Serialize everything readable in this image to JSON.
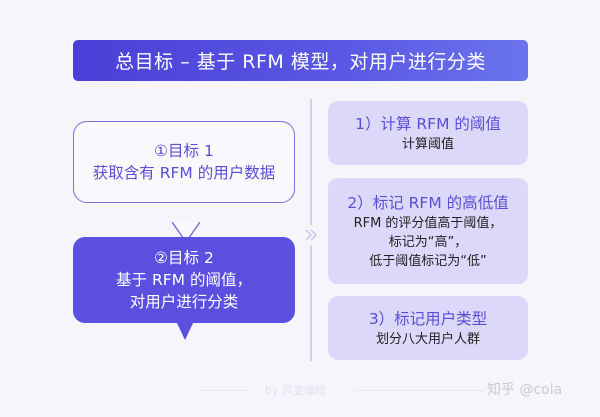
{
  "title": "总目标 – 基于 RFM 模型，对用户进行分类",
  "goals": [
    {
      "label": "①目标 1",
      "text": "获取含有 RFM 的用户数据"
    },
    {
      "label": "②目标 2",
      "lines": [
        "基于 RFM 的阈值，",
        "对用户进行分类"
      ]
    }
  ],
  "connector_icon": "double-chevron-right-icon",
  "steps": [
    {
      "head": "1）计算 RFM 的阈值",
      "lines": [
        "计算阈值"
      ]
    },
    {
      "head": "2）标记 RFM 的高低值",
      "lines": [
        "RFM 的评分值高于阈值，",
        "标记为“高”，",
        "低于阈值标记为“低”"
      ]
    },
    {
      "head": "3）标记用户类型",
      "lines": [
        "划分八大用户人群"
      ]
    }
  ],
  "footer": {
    "byline": "by 风变编程",
    "watermark": "知乎 @cola"
  },
  "colors": {
    "accent": "#5b4fe0",
    "title_gradient_start": "#4a3fd6",
    "title_gradient_end": "#6a74ec",
    "card_bg": "#dcd8fa",
    "page_bg": "#f6f5fb"
  }
}
